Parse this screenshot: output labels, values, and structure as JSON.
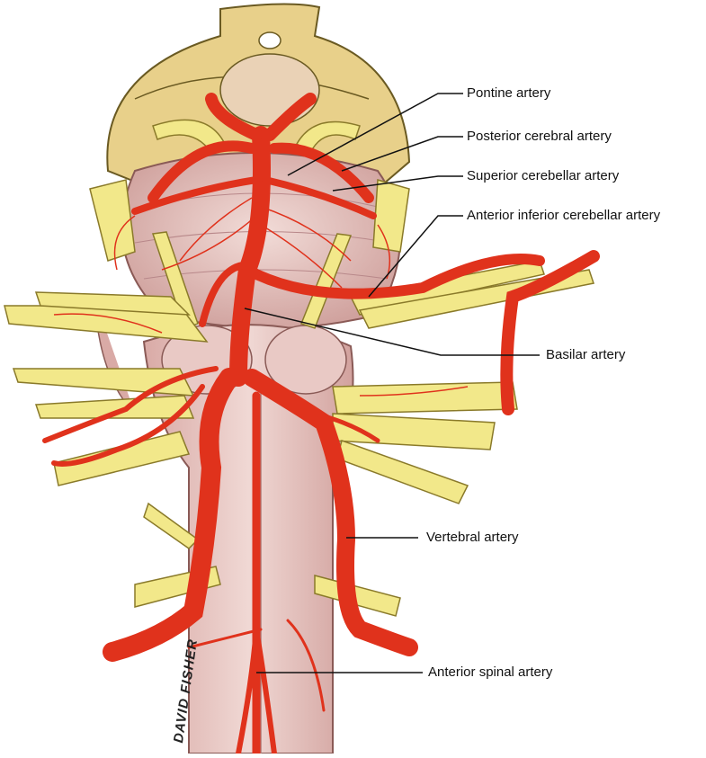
{
  "labels": {
    "pontine": "Pontine artery",
    "posterior_cerebral": "Posterior cerebral artery",
    "superior_cerebellar": "Superior cerebellar artery",
    "anterior_inferior_cerebellar": "Anterior inferior cerebellar artery",
    "basilar": "Basilar artery",
    "vertebral": "Vertebral artery",
    "anterior_spinal": "Anterior spinal artery"
  },
  "signature": "DAVID FISHER",
  "colors": {
    "artery": "#e0321c",
    "artery_outline": "#7a1208",
    "nerve": "#f2e88a",
    "nerve_outline": "#8a7a2a",
    "brainstem": "#e6c6c2",
    "brainstem_shadow": "#c89c98",
    "meninges": "#e8d08a"
  }
}
